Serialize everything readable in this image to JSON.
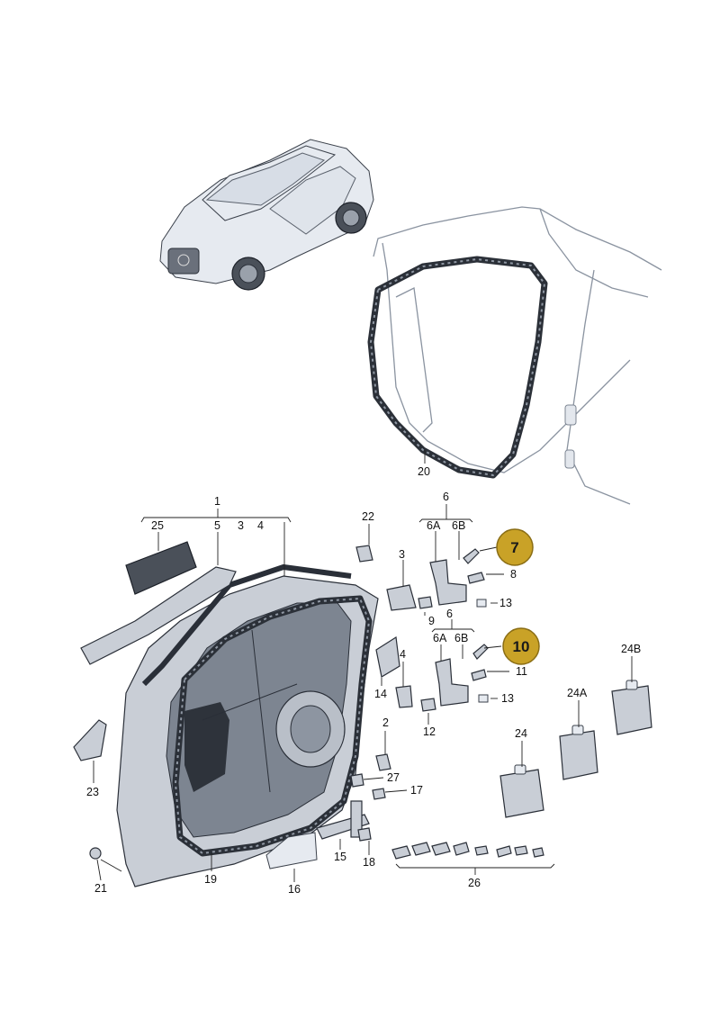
{
  "diagram": {
    "labels": {
      "l1": "1",
      "l2": "2",
      "l3a": "3",
      "l3b": "3",
      "l4a": "4",
      "l4b": "4",
      "l5": "5",
      "l6": "6",
      "l6b": "6",
      "l6A1": "6A",
      "l6B1": "6B",
      "l6A2": "6A",
      "l6B2": "6B",
      "l8": "8",
      "l9": "9",
      "l11": "11",
      "l12": "12",
      "l13a": "13",
      "l13b": "13",
      "l14": "14",
      "l15": "15",
      "l16": "16",
      "l17": "17",
      "l18": "18",
      "l19": "19",
      "l20": "20",
      "l21": "21",
      "l22": "22",
      "l23": "23",
      "l24": "24",
      "l24A": "24A",
      "l24B": "24B",
      "l25": "25",
      "l26": "26",
      "l27": "27"
    },
    "badges": {
      "b7": "7",
      "b10": "10"
    },
    "badge_color": "#c9a227"
  }
}
